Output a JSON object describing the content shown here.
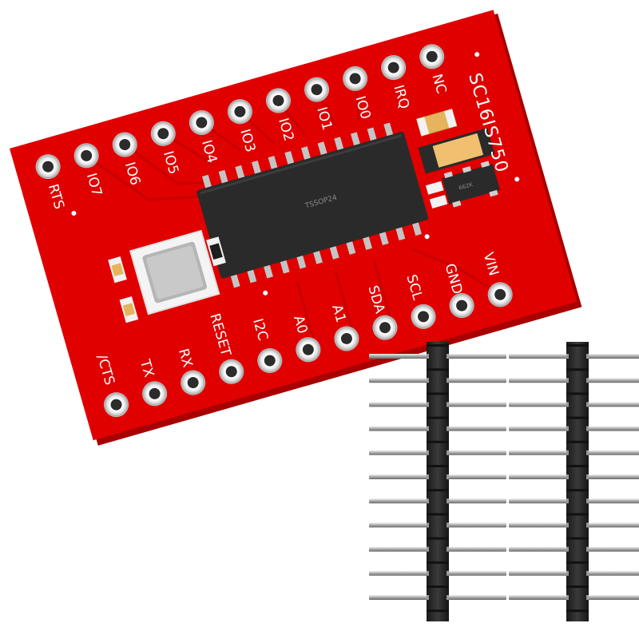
{
  "board": {
    "chip_title": "SC16IS750",
    "package_mark": "TSSOP24",
    "regulator_mark": "662K",
    "top_pins": [
      "RTS",
      "IO7",
      "IO6",
      "IO5",
      "IO4",
      "IO3",
      "IO2",
      "IO1",
      "IO0",
      "IRQ",
      "NC"
    ],
    "bottom_pins": [
      "/CTS",
      "TX",
      "RX",
      "RESET",
      "I2C",
      "A0",
      "A1",
      "SDA",
      "SCL",
      "GND",
      "VIN"
    ]
  },
  "headers": {
    "count": 2,
    "pins_per_header": 11
  },
  "colors": {
    "pcb": "#e00000",
    "pcb_edge": "#b80000",
    "silkscreen": "#ffffff",
    "ic_body": "#2a2a2a",
    "pin_metal": "#c0c0c0",
    "header_plastic": "#2b2b2b",
    "capacitor": "#e6b45c"
  }
}
